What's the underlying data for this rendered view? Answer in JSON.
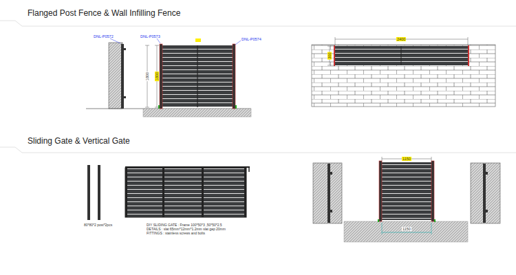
{
  "diagram": {
    "labels": [
      "Flanged Post Fence & Wall Infilling Fence",
      "Sliding Gate & Vertical Gate",
      "DNL-P0572",
      "DNL-P0573",
      "DNL-P0574",
      "1800",
      "1800",
      "2400",
      "300",
      "80*80*2 post*2pcs",
      "DIY SLIDING GATE : Frame 100*50*3 ,50*50*2.5",
      "DETAILS : slat 65mm*12mm*1.2mm slat gap 20mm",
      "FITTINGS : stainless screws and bolts",
      "1150",
      "1150"
    ]
  }
}
